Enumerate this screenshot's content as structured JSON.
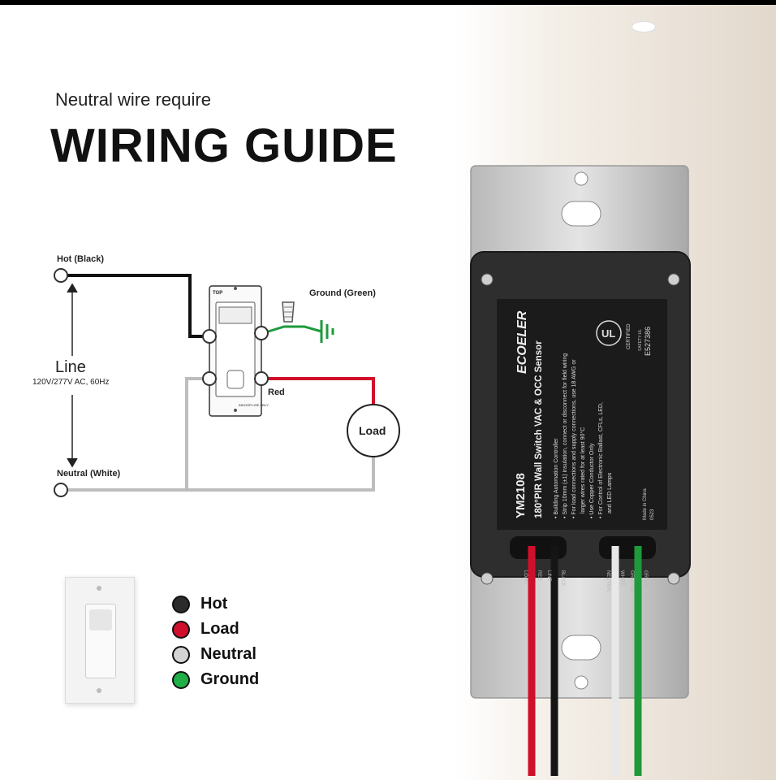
{
  "header": {
    "subtitle": "Neutral wire require",
    "title": "WIRING GUIDE"
  },
  "diagram": {
    "hot_label": "Hot (Black)",
    "line_label": "Line",
    "line_spec": "120V/277V AC, 60Hz",
    "neutral_label": "Neutral (White)",
    "ground_label": "Ground (Green)",
    "red_label": "Red",
    "load_label": "Load",
    "switch_top": "TOP",
    "switch_note": "INDOOR USE ONLY",
    "colors": {
      "hot": "#111111",
      "load": "#d0102a",
      "neutral": "#bdbdbd",
      "ground": "#1e9a3a"
    }
  },
  "legend": [
    {
      "label": "Hot",
      "color": "#2b2b2b"
    },
    {
      "label": "Load",
      "color": "#d0102a"
    },
    {
      "label": "Neutral",
      "color": "#d4d4d4"
    },
    {
      "label": "Ground",
      "color": "#1fae48"
    }
  ],
  "device": {
    "brand": "ECOELER",
    "model": "YM2108",
    "product": "180°PIR Wall Switch VAC & OCC Sensor",
    "usage": "• Building Automation Controller",
    "notes": [
      "• Strip 10mm (±1) insulation, connect or disconnect for field wiring",
      "• For load connections and supply connections, use 18 AWG or",
      "larger wires rated for at least 90°C",
      "• Use Copper Conductor Only",
      "• For Control of Electronic Ballast, CFLs, LED,",
      "and LED Lamps"
    ],
    "origin": "Made in China",
    "date": "0523",
    "cert_mark": "UL",
    "cert_text": "CERTIFIED",
    "cert_sub": "SAFETY-UL",
    "cert_number": "E527386",
    "wire_labels": [
      "LOAD",
      "RED",
      "LINE",
      "BLACK",
      "NEUTRAL",
      "WHITE",
      "GROUND",
      "GREEN"
    ]
  }
}
